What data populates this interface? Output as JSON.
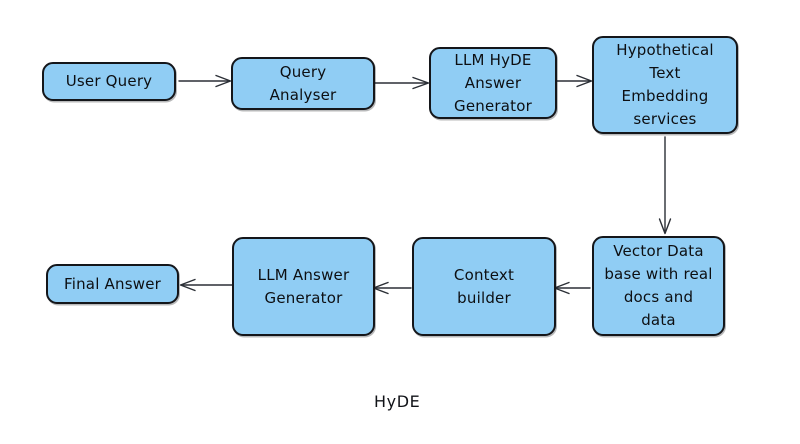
{
  "diagram": {
    "caption": "HyDE",
    "background_color": "#ffffff",
    "node_fill_color": "#90cdf4",
    "node_border_color": "#14161a",
    "edge_color": "#2b2f36",
    "nodes": [
      {
        "id": "user-query",
        "label": "User Query"
      },
      {
        "id": "query-analyser",
        "label": "Query\nAnalyser"
      },
      {
        "id": "llm-hyde-answer",
        "label": "LLM HyDE\nAnswer\nGenerator"
      },
      {
        "id": "embedding-service",
        "label": "Hypothetical\nText\nEmbedding\nservices"
      },
      {
        "id": "vector-database",
        "label": "Vector Data\nbase with real\ndocs and\ndata"
      },
      {
        "id": "context-builder",
        "label": "Context\nbuilder"
      },
      {
        "id": "llm-answer",
        "label": "LLM Answer\nGenerator"
      },
      {
        "id": "final-answer",
        "label": "Final Answer"
      }
    ],
    "edges": [
      {
        "from": "user-query",
        "to": "query-analyser",
        "direction": "right"
      },
      {
        "from": "query-analyser",
        "to": "llm-hyde-answer",
        "direction": "right"
      },
      {
        "from": "llm-hyde-answer",
        "to": "embedding-service",
        "direction": "right"
      },
      {
        "from": "embedding-service",
        "to": "vector-database",
        "direction": "down"
      },
      {
        "from": "vector-database",
        "to": "context-builder",
        "direction": "left"
      },
      {
        "from": "context-builder",
        "to": "llm-answer",
        "direction": "left"
      },
      {
        "from": "llm-answer",
        "to": "final-answer",
        "direction": "left"
      }
    ]
  }
}
